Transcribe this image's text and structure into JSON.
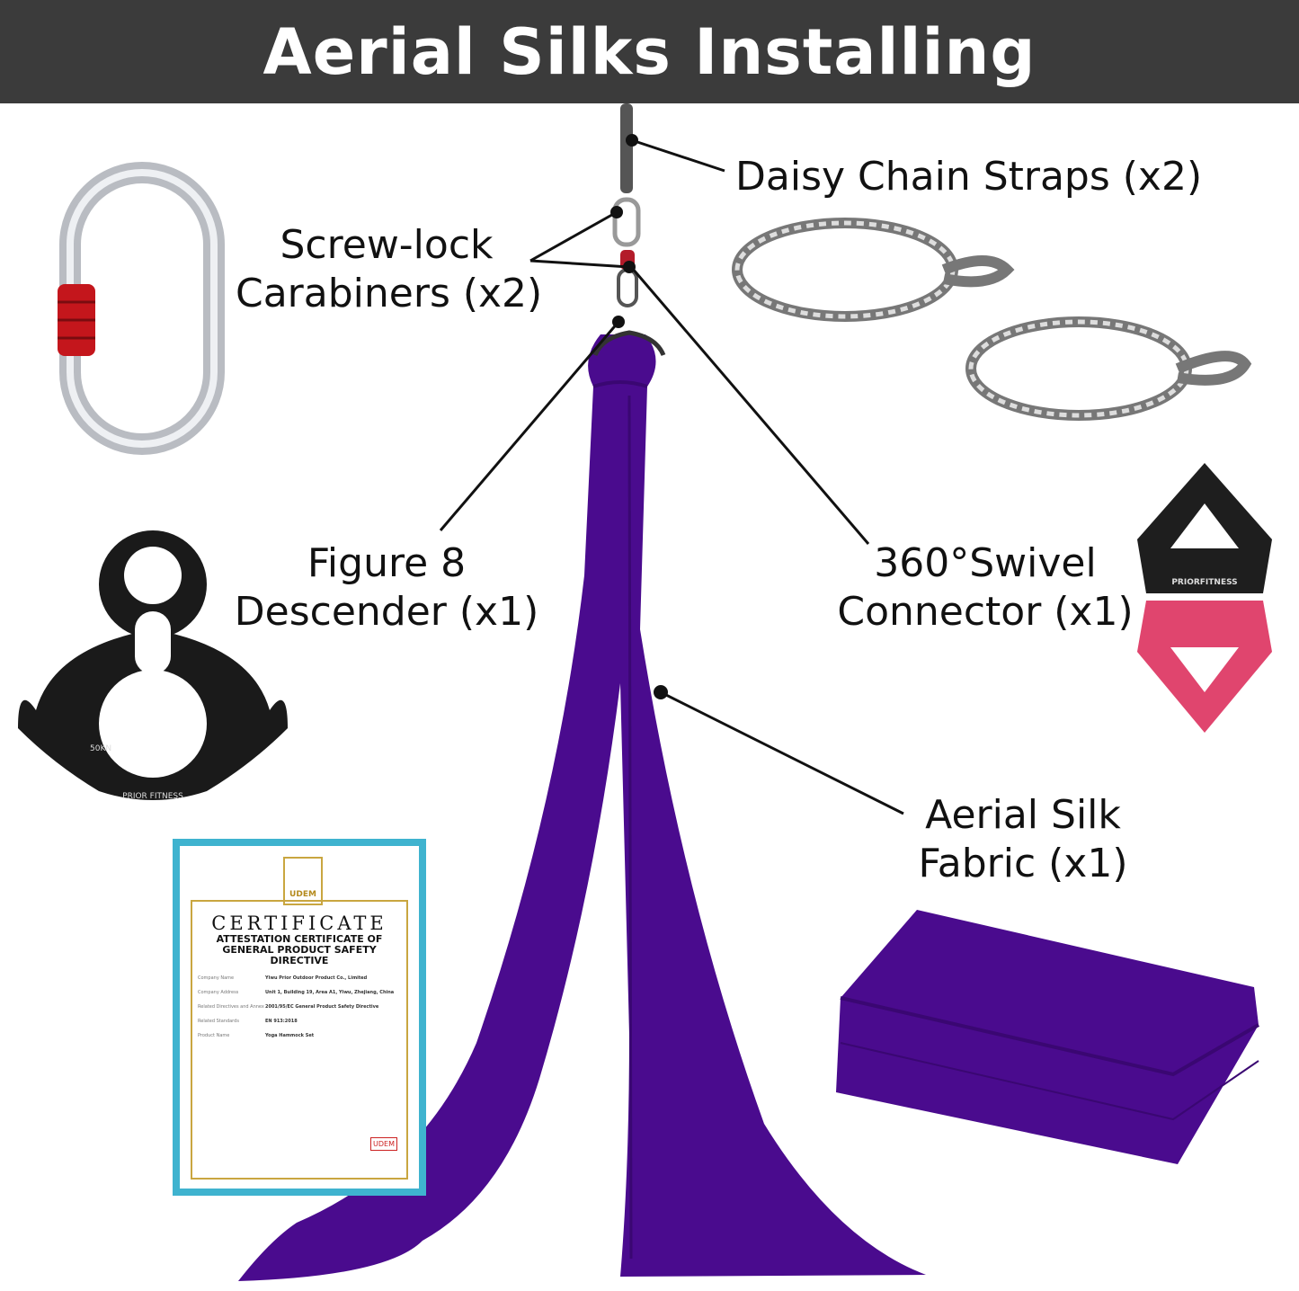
{
  "title": "Aerial Silks Installing",
  "labels": {
    "daisy_chain": "Daisy Chain Straps (x2)",
    "carabiners": [
      "Screw-lock",
      "Carabiners (x2)"
    ],
    "figure8": [
      "Figure 8",
      "Descender (x1)"
    ],
    "swivel": [
      "360°Swivel",
      "Connector (x1)"
    ],
    "silk": [
      "Aerial Silk",
      "Fabric (x1)"
    ]
  },
  "product_marks": {
    "swivel_brand": "PRIORFITNESS",
    "figure8_brand": "PRIOR FITNESS",
    "figure8_rating": "50KN"
  },
  "certificate": {
    "logo": "UDEM",
    "heading": "CERTIFICATE",
    "subtitle_1": "ATTESTATION CERTIFICATE OF",
    "subtitle_2": "GENERAL PRODUCT SAFETY DIRECTIVE",
    "rows": [
      {
        "k": "Company Name",
        "v": "Yiwu Prior Outdoor Product Co., Limited"
      },
      {
        "k": "Company Address",
        "v": "Unit 1, Building 19, Area A1, Yiwu, Zhejiang, China"
      },
      {
        "k": "Related Directives and Annex",
        "v": "2001/95/EC General Product Safety Directive"
      },
      {
        "k": "Related Standards",
        "v": "EN 913:2018"
      },
      {
        "k": "Product Name",
        "v": "Yoga Hammock Set"
      }
    ],
    "stamp": "UDEM"
  },
  "colors": {
    "header": "#3b3b3b",
    "silk": "#4a0b8e",
    "carabiner_lock": "#c4161c",
    "swivel_bottom": "#e0456e",
    "cert_border": "#3fb3cf"
  }
}
